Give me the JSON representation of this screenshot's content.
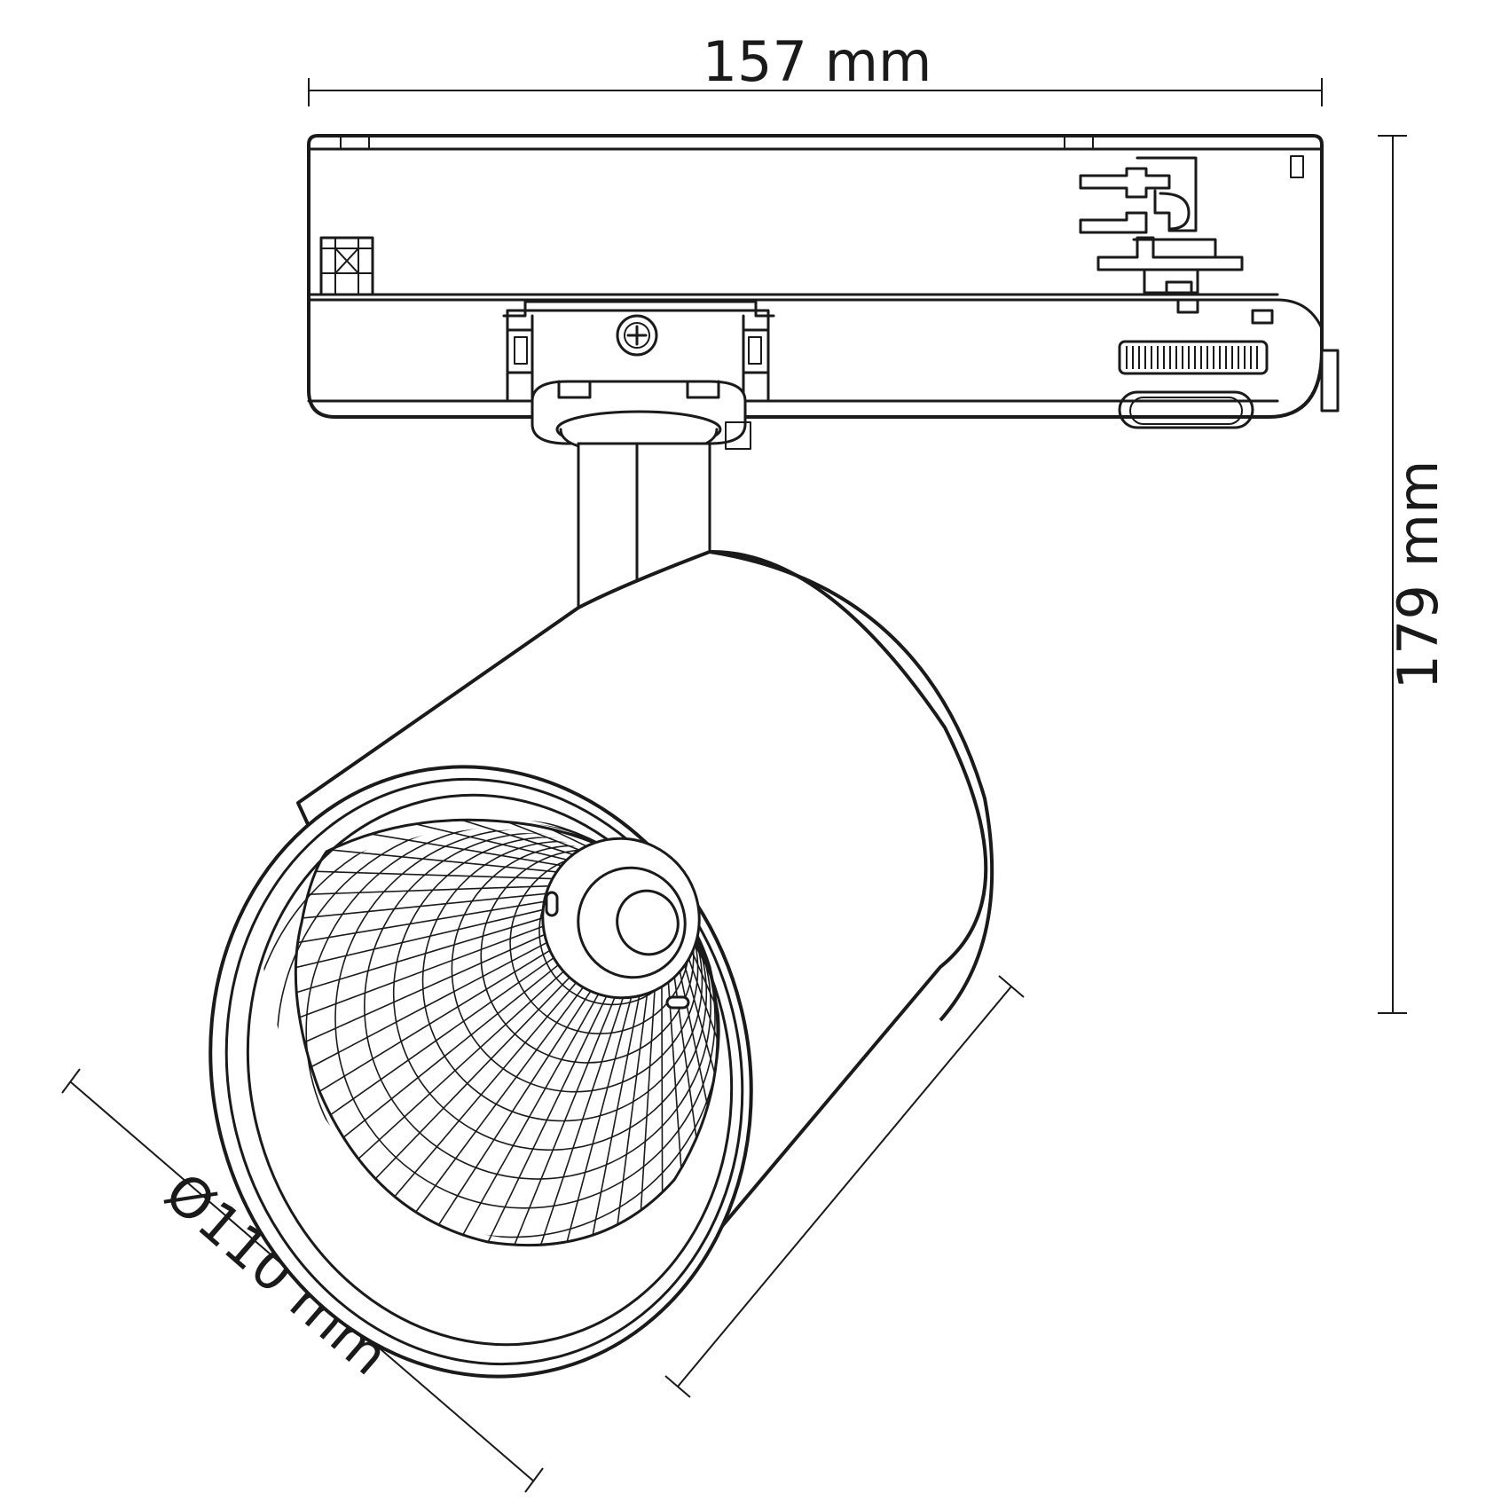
{
  "dimensions": {
    "width_label": "157 mm",
    "height_label": "179 mm",
    "diameter_label": "Ø110 mm"
  },
  "colors": {
    "line": "#1a1a1a",
    "background": "#ffffff"
  },
  "icons": {
    "screw": "phillips-screw-icon"
  }
}
